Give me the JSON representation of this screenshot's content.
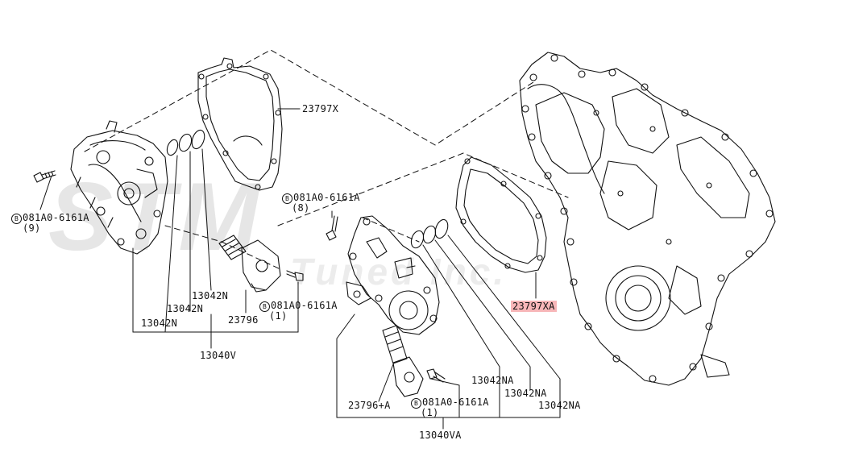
{
  "watermark": {
    "main": "STM",
    "sub": "Tuned Inc."
  },
  "colors": {
    "line": "#111111",
    "highlight": "#f7b6b8",
    "watermark": "#e6e6e6"
  },
  "labels": {
    "p23797x": "23797X",
    "p23797xa": "23797XA",
    "bolt_a_code": "081A0-6161A",
    "bolt_a_qty": "(9)",
    "bolt_b_code": "081A0-6161A",
    "bolt_b_qty": "(8)",
    "bolt_c_code": "081A0-6161A",
    "bolt_c_qty": "(1)",
    "bolt_d_code": "081A0-6161A",
    "bolt_d_qty": "(1)",
    "bolt_marker": "B",
    "oring_n1": "13042N",
    "oring_n2": "13042N",
    "oring_n3": "13042N",
    "solenoid": "23796",
    "assy_v": "13040V",
    "oring_na1": "13042NA",
    "oring_na2": "13042NA",
    "oring_na3": "13042NA",
    "solenoid_a": "23796+A",
    "assy_va": "13040VA"
  }
}
